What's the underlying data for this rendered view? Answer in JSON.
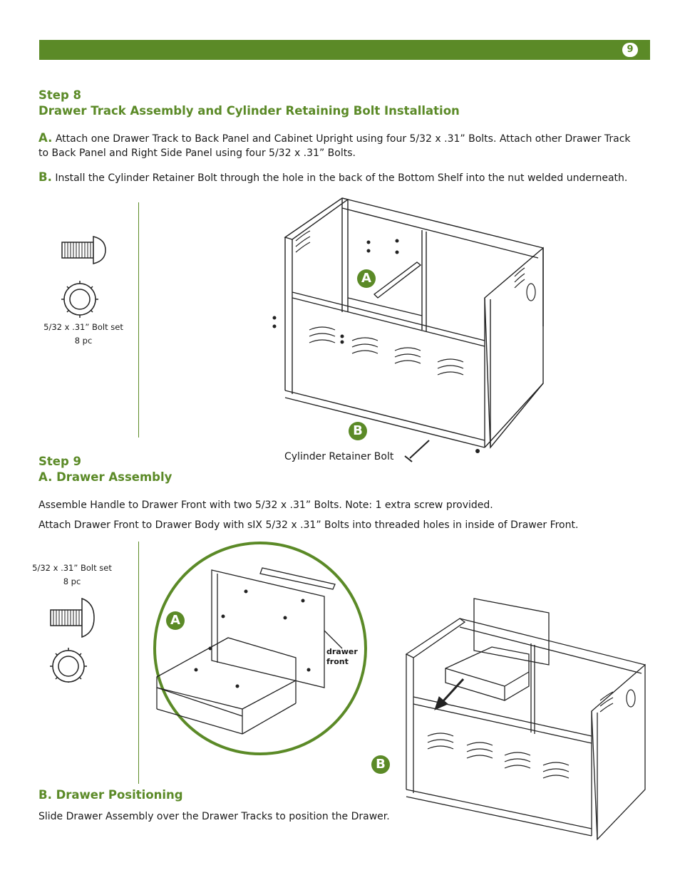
{
  "header": {
    "page_number": "9",
    "bar_color": "#5b8a27"
  },
  "step8": {
    "title": "Step 8",
    "subtitle": "Drawer Track Assembly and Cylinder Retaining Bolt Installation",
    "a_label": "A.",
    "a_text_line1": "Attach one Drawer Track to Back Panel and Cabinet Upright using four 5/32 x .31” Bolts. Attach other Drawer Track",
    "a_text_line2": "to Back Panel and Right Side Panel using four 5/32 x .31” Bolts.",
    "b_label": "B.",
    "b_text": "Install the Cylinder Retainer Bolt through the hole in the back of the Bottom Shelf into the nut welded underneath.",
    "parts_caption": "5/32 x .31” Bolt set",
    "parts_count": "8 pc",
    "callout_a": "A",
    "callout_b": "B",
    "retainer_label": "Cylinder Retainer Bolt"
  },
  "step9": {
    "title": "Step 9",
    "subtitle": "A. Drawer Assembly",
    "text1": "Assemble Handle to Drawer Front with two 5/32 x .31” Bolts. Note: 1 extra screw provided.",
    "text2": "Attach Drawer Front to Drawer Body with sIX 5/32 x .31” Bolts into threaded holes in inside of Drawer Front.",
    "parts_caption": "5/32 x .31” Bolt set",
    "parts_count": "8 pc",
    "callout_a": "A",
    "callout_b": "B",
    "drawer_front_label_1": "drawer",
    "drawer_front_label_2": "front",
    "b_title": "B. Drawer Positioning",
    "b_text": "Slide Drawer Assembly over the Drawer Tracks to position the Drawer."
  }
}
